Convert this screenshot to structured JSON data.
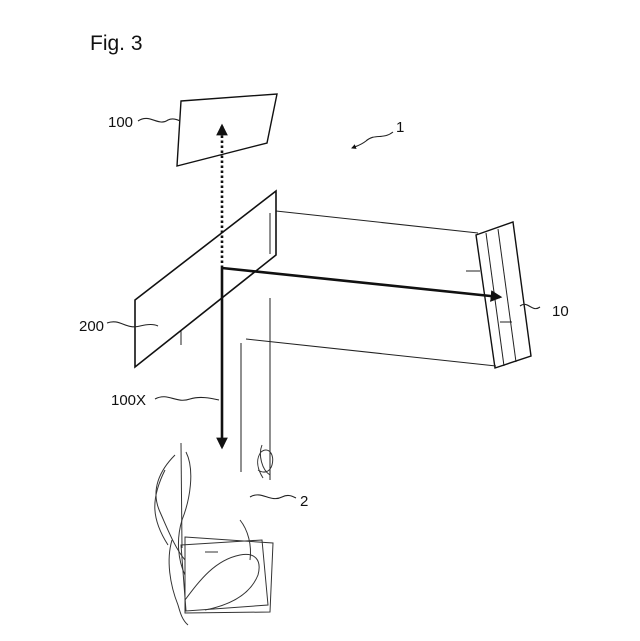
{
  "figure": {
    "title": "Fig. 3",
    "labels": {
      "display_100": "100",
      "system_1": "1",
      "combiner_200": "200",
      "image_10": "10",
      "beam_100x": "100X",
      "viewer_2": "2"
    }
  }
}
